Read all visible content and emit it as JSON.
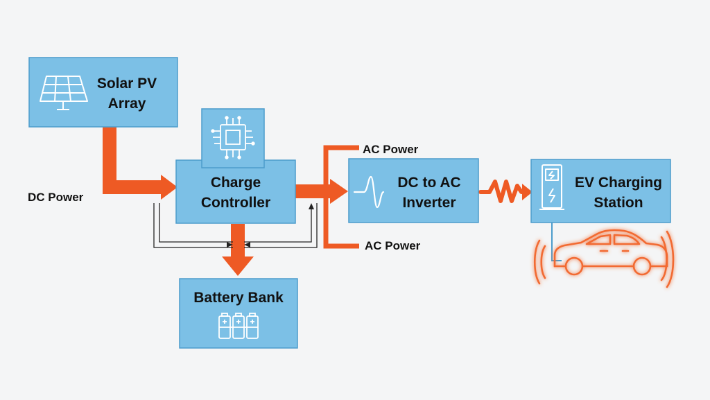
{
  "colors": {
    "box_fill": "#7cc0e6",
    "box_stroke": "#4c9ccc",
    "power_flow": "#ee5a24",
    "signal_line": "#222222",
    "icon_stroke": "#ffffff",
    "vehicle_glow": "#f26a30"
  },
  "nodes": {
    "solar": {
      "line1": "Solar PV",
      "line2": "Array",
      "icon": "solar-panel-icon"
    },
    "controller": {
      "line1": "Charge",
      "line2": "Controller",
      "icon": "microchip-icon"
    },
    "battery": {
      "label": "Battery Bank",
      "icon": "battery-cells-icon"
    },
    "inverter": {
      "line1": "DC to AC",
      "line2": "Inverter",
      "icon": "sine-wave-icon"
    },
    "ev_station": {
      "line1": "EV Charging",
      "line2": "Station",
      "icon": "ev-charger-icon"
    },
    "vehicle": {
      "icon": "electric-car-icon"
    }
  },
  "flows": {
    "dc_power": "DC Power",
    "ac_power_top": "AC Power",
    "ac_power_bottom": "AC Power"
  }
}
